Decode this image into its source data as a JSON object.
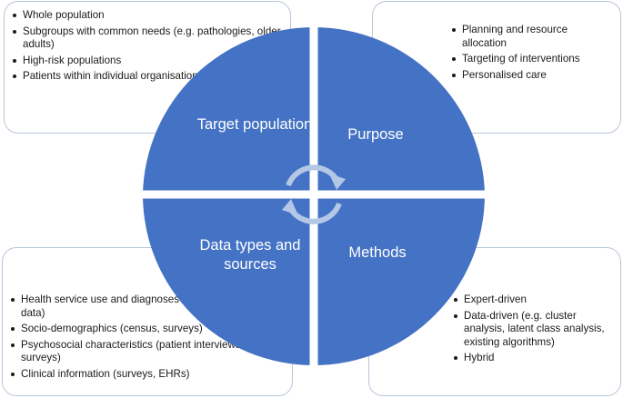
{
  "colors": {
    "quadrant_fill": "#4472c4",
    "gap": "#ffffff",
    "box_border": "#b9c6da",
    "arrows": "#b4c7e7"
  },
  "quadrants": {
    "target_population": {
      "label": "Target population",
      "items": [
        "Whole population",
        "Subgroups with common needs (e.g. pathologies, older adults)",
        "High-risk populations",
        "Patients within individual organisations"
      ]
    },
    "purpose": {
      "label": "Purpose",
      "items": [
        "Planning and resource allocation",
        "Targeting of interventions",
        "Personalised care"
      ]
    },
    "data_types": {
      "label": "Data types and sources",
      "items": [
        "Health service use and diagnoses (e.g. EHR, claims data)",
        "Socio-demographics (census, surveys)",
        "Psychosocial characteristics (patient interviews and surveys)",
        "Clinical information (surveys, EHRs)"
      ]
    },
    "methods": {
      "label": "Methods",
      "items": [
        "Expert-driven",
        "Data-driven (e.g. cluster analysis, latent class analysis, existing algorithms)",
        "Hybrid"
      ]
    }
  },
  "center_icon": "circular-arrows-icon"
}
